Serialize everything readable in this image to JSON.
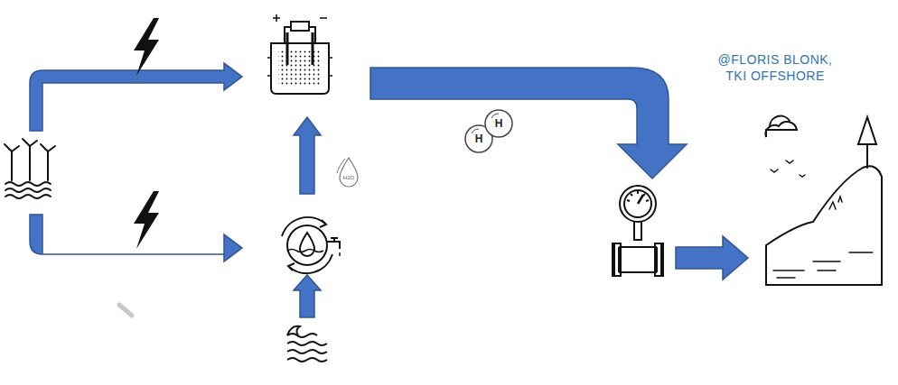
{
  "diagram": {
    "labels": [
      "@FLORIS BLONK, TKI OFFSHORE",
      "H",
      "H",
      "H2O"
    ]
  }
}
